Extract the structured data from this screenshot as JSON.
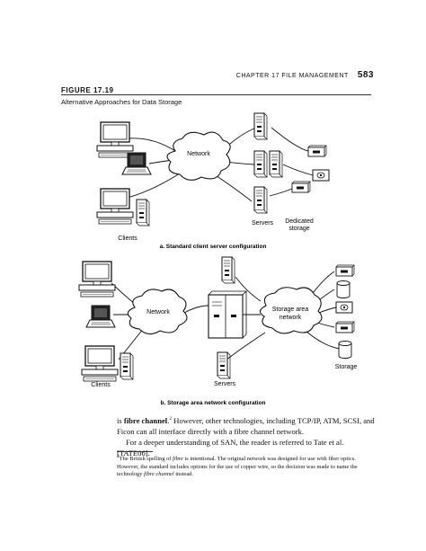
{
  "header": {
    "chapter": "CHAPTER 17  FILE MANAGEMENT",
    "page_number": "583"
  },
  "figure": {
    "label": "FIGURE 17.19",
    "caption": "Alternative Approaches for Data Storage"
  },
  "diagram_a": {
    "subcaption": "a. Standard client server configuration",
    "network_label": "Network",
    "clients_label": "Clients",
    "servers_label": "Servers",
    "dedicated_label_1": "Dedicated",
    "dedicated_label_2": "storage"
  },
  "diagram_b": {
    "subcaption": "b. Storage area network configuration",
    "network_label": "Network",
    "san_label_1": "Storage area",
    "san_label_2": "network",
    "clients_label": "Clients",
    "servers_label": "Servers",
    "storage_label": "Storage"
  },
  "body": {
    "para1_pre": "is ",
    "para1_bold": "fibre channel",
    "para1_fnref": "2",
    "para1_post": " However, other technologies, including TCP/IP, ATM, SCSI, and Ficon can all interface directly with a fibre channel network.",
    "para2": "For a deeper understanding of SAN, the reader is referred to Tate et al. [TATE06]."
  },
  "footnote": {
    "marker": "2",
    "text_1": "The British spelling of ",
    "text_italic_1": "fibre",
    "text_2": " is intentional. The original network was designed for use with fiber optics. However, the standard includes options for the use of copper wire, so the decision was made to name the technology ",
    "text_italic_2": "fibre channel",
    "text_3": " instead."
  }
}
